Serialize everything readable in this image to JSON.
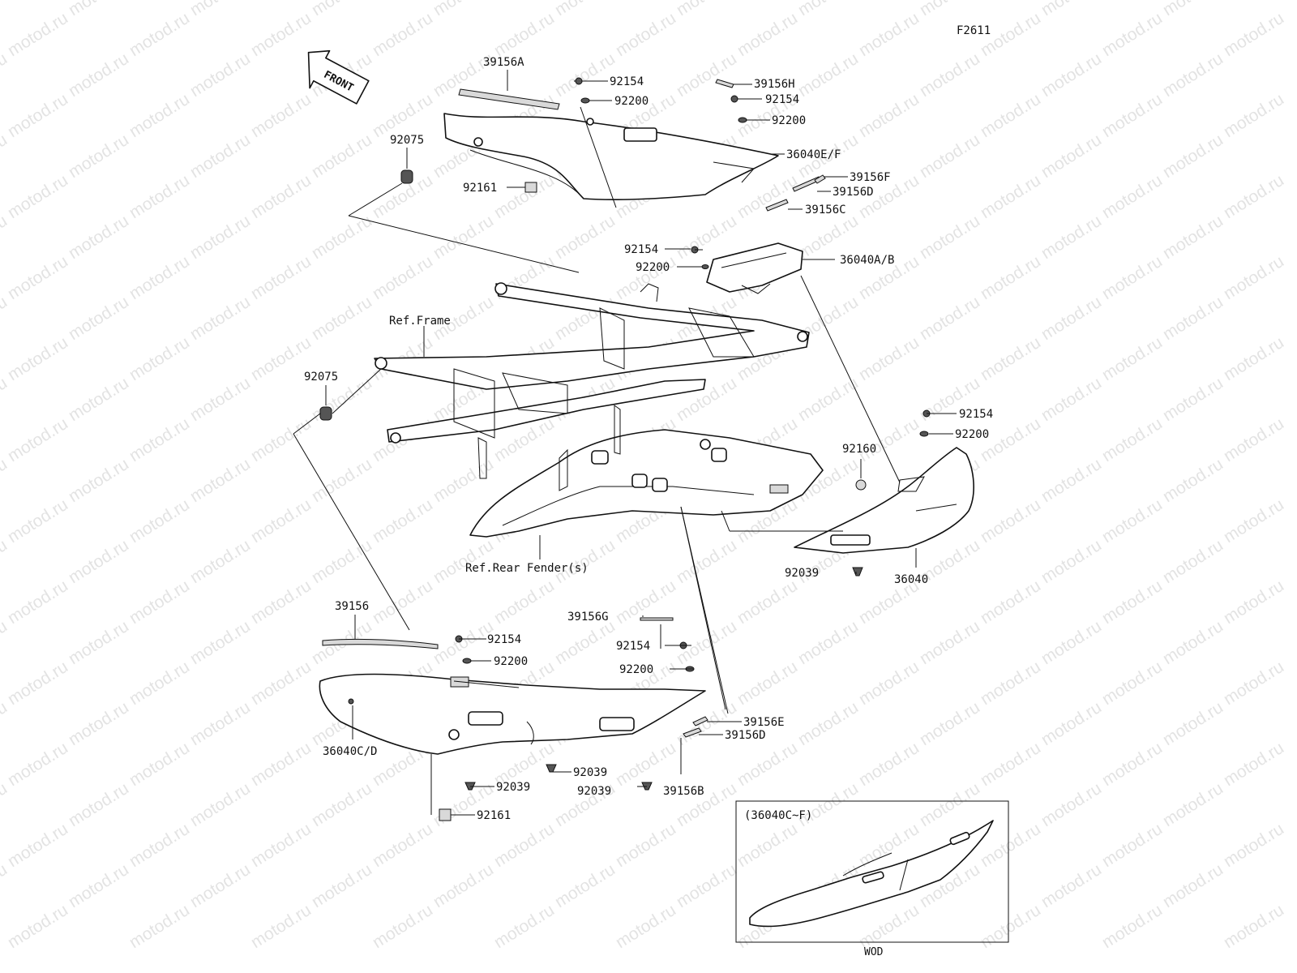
{
  "figure_code": "F2611",
  "front_arrow": {
    "text": "FRONT",
    "icon": "front-direction-arrow-icon"
  },
  "watermark": {
    "text": "motod.ru"
  },
  "reference_labels": {
    "frame": "Ref.Frame",
    "rear_fender": "Ref.Rear Fender(s)"
  },
  "parts": [
    {
      "id": "p01",
      "number": "39156A"
    },
    {
      "id": "p02",
      "number": "92154"
    },
    {
      "id": "p03",
      "number": "92200"
    },
    {
      "id": "p04",
      "number": "39156H"
    },
    {
      "id": "p05",
      "number": "92154"
    },
    {
      "id": "p06",
      "number": "92200"
    },
    {
      "id": "p07",
      "number": "92075"
    },
    {
      "id": "p08",
      "number": "36040E/F"
    },
    {
      "id": "p09",
      "number": "39156F"
    },
    {
      "id": "p10",
      "number": "92161"
    },
    {
      "id": "p11",
      "number": "39156D"
    },
    {
      "id": "p12",
      "number": "39156C"
    },
    {
      "id": "p13",
      "number": "92154"
    },
    {
      "id": "p14",
      "number": "92200"
    },
    {
      "id": "p15",
      "number": "36040A/B"
    },
    {
      "id": "p16",
      "number": "92075"
    },
    {
      "id": "p17",
      "number": "92154"
    },
    {
      "id": "p18",
      "number": "92200"
    },
    {
      "id": "p19",
      "number": "92160"
    },
    {
      "id": "p20",
      "number": "92039"
    },
    {
      "id": "p21",
      "number": "36040"
    },
    {
      "id": "p22",
      "number": "39156"
    },
    {
      "id": "p23",
      "number": "39156G"
    },
    {
      "id": "p24",
      "number": "92154"
    },
    {
      "id": "p25",
      "number": "92154"
    },
    {
      "id": "p26",
      "number": "92200"
    },
    {
      "id": "p27",
      "number": "92200"
    },
    {
      "id": "p28",
      "number": "39156E"
    },
    {
      "id": "p29",
      "number": "39156D"
    },
    {
      "id": "p30",
      "number": "36040C/D"
    },
    {
      "id": "p31",
      "number": "92039"
    },
    {
      "id": "p32",
      "number": "92039"
    },
    {
      "id": "p33",
      "number": "92039"
    },
    {
      "id": "p34",
      "number": "39156B"
    },
    {
      "id": "p35",
      "number": "92161"
    }
  ],
  "inset": {
    "caption": "(36040C~F)",
    "footer": "WOD"
  }
}
